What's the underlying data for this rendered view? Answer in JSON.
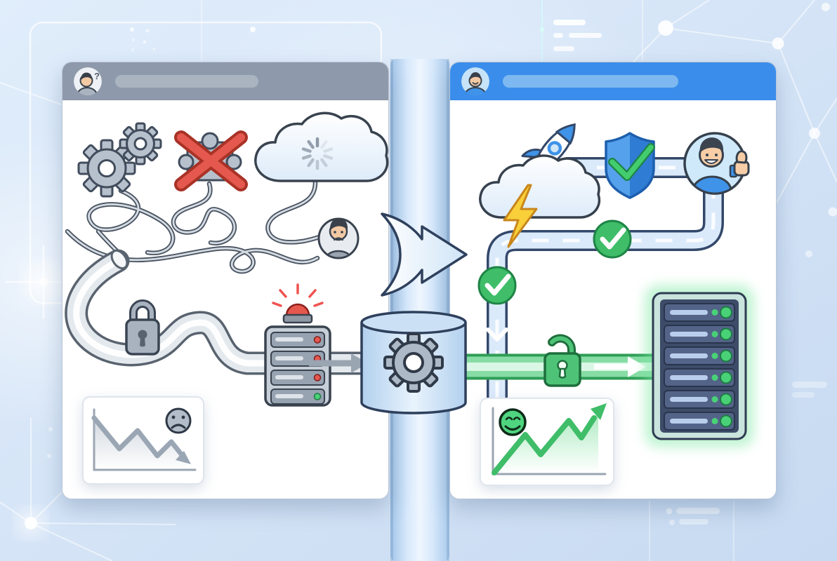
{
  "scene_title": "before-and-after process transformation illustration",
  "colors": {
    "header_gray": "#8e99ab",
    "pill_gray": "#aab4c1",
    "header_blue": "#3a8deb",
    "pill_blue": "#7db9f0",
    "avatar_blue_bg": "#c6e3f8",
    "outline_dark": "#39434f",
    "navy_outline": "#2e405c",
    "gray_icon": "#b7c1cd",
    "red_error": "#e4584e",
    "red_dark": "#a93226",
    "green_success": "#3fbd68",
    "green_dark": "#1e7a44",
    "green_pipe": "#86dca4",
    "blue_accent": "#3f93e8",
    "drum_fill": "#cbe0f5",
    "rack_dark": "#3d4c68",
    "rack_slot": "#536488",
    "led_green": "#49d177",
    "bolt_yellow": "#f9cf3a",
    "flame_orange": "#f6a63c"
  },
  "left_window": {
    "name": "before-chaotic-process",
    "header": {
      "avatar": "confused-user-avatar",
      "question_mark": "?",
      "title_bar": "blank-gray-pill"
    },
    "elements": [
      "gears",
      "broken-puzzle-piece-with-red-x",
      "cloud-with-loading-spinner",
      "tangled-wires",
      "sad-user-avatar",
      "locked-padlock",
      "server-with-alert-siren",
      "declining-chart-with-sad-face"
    ]
  },
  "right_window": {
    "name": "after-streamlined-process",
    "header": {
      "avatar": "happy-user-avatar",
      "title_bar": "blank-blue-pill"
    },
    "elements": [
      "cloud-with-rocket-and-lightning",
      "shield-with-checkmark",
      "happy-user-thumbs-up-avatar",
      "pipeline-with-green-checkpoints",
      "unlocked-padlock",
      "healthy-green-server-rack",
      "rising-chart-with-smiley"
    ]
  },
  "center": {
    "elements": [
      "transformation-arrow",
      "pipeline-drum-with-gear"
    ]
  }
}
